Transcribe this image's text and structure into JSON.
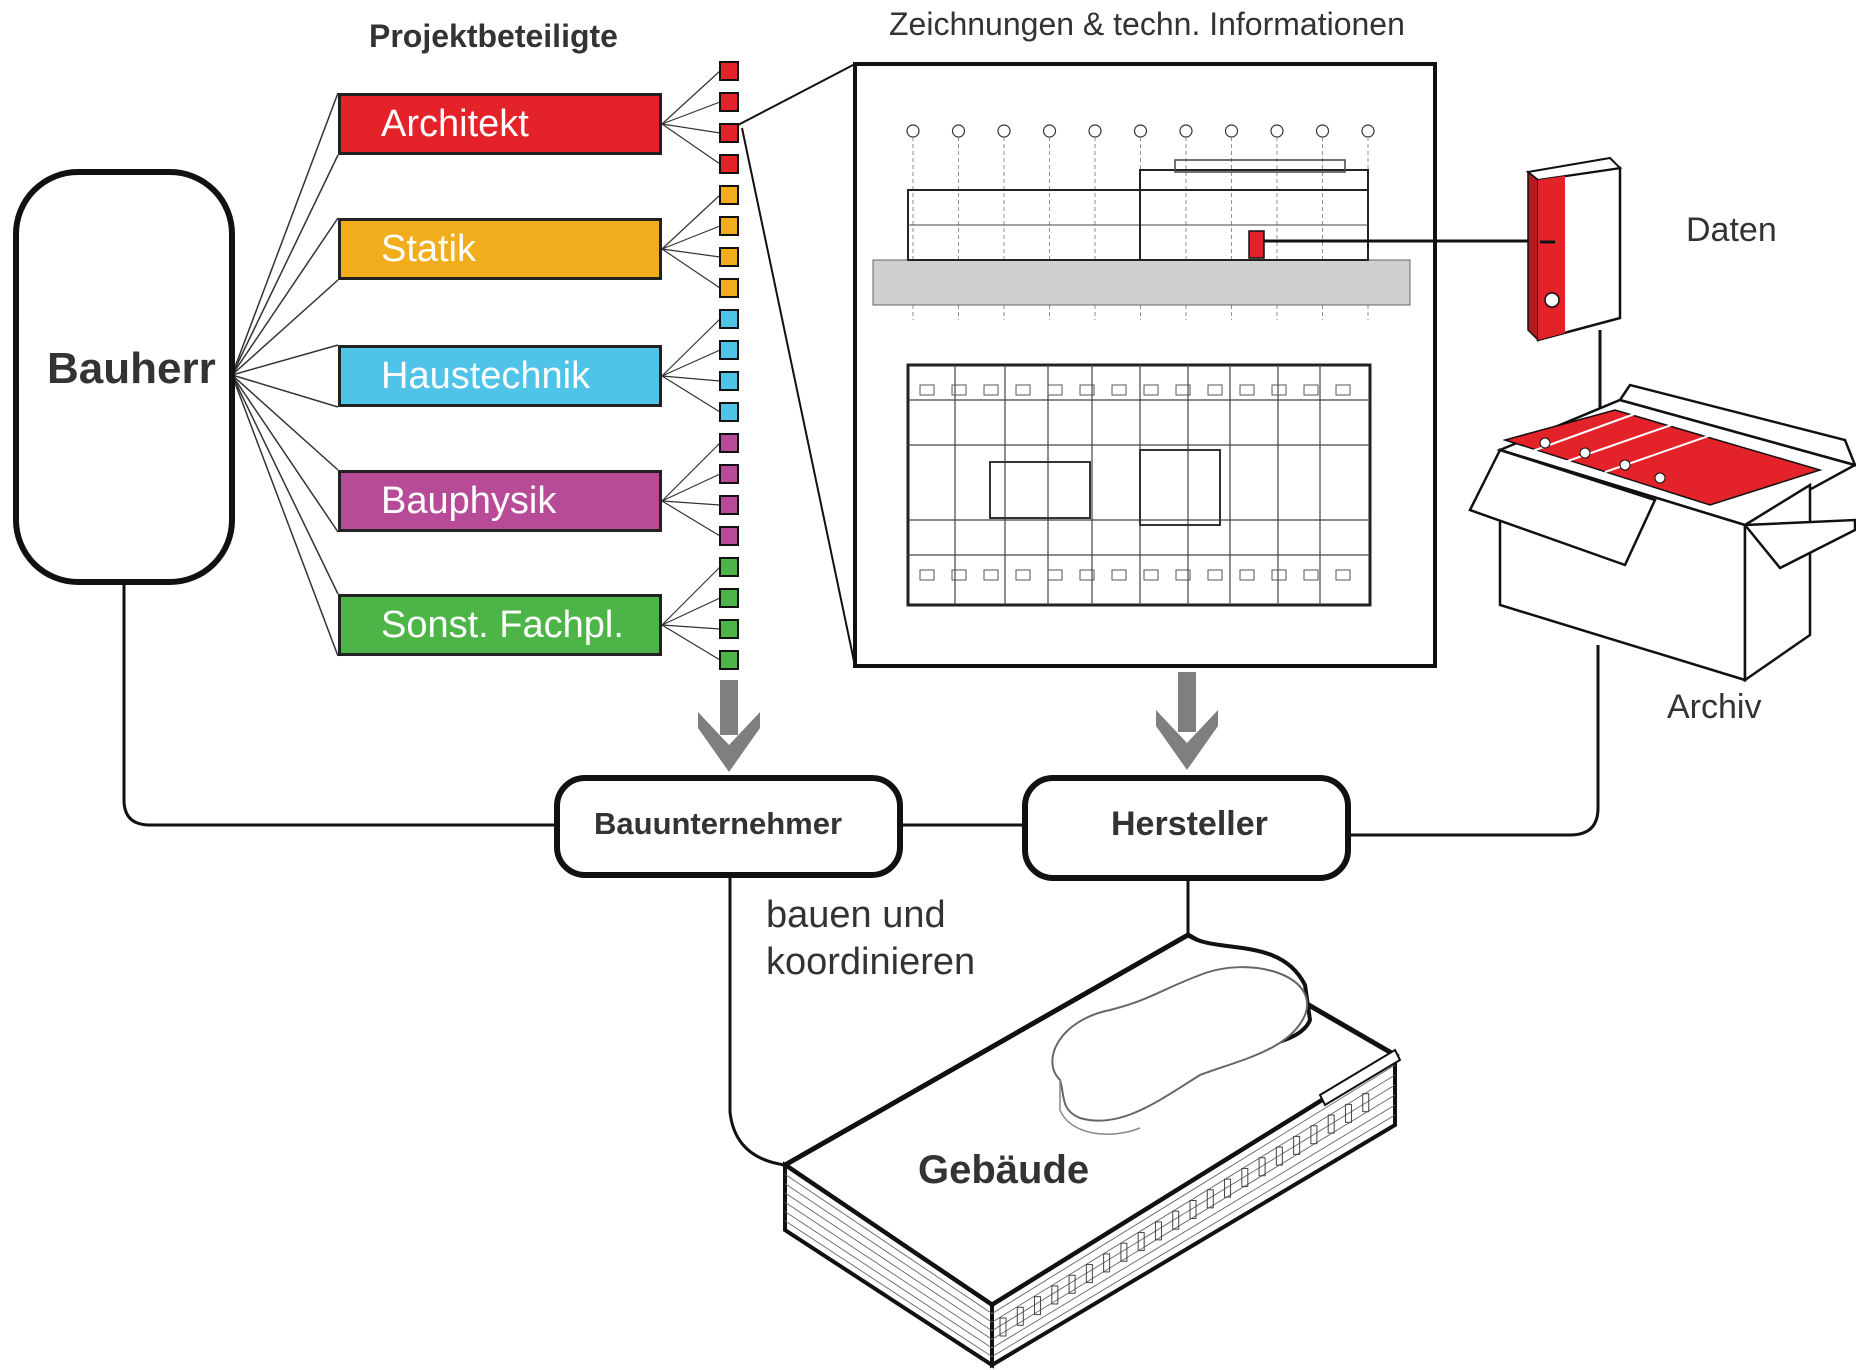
{
  "header": {
    "participants_title": "Projektbeteiligte",
    "drawings_title": "Zeichnungen & techn. Informationen"
  },
  "client": {
    "label": "Bauherr"
  },
  "participants": [
    {
      "label": "Architekt",
      "color": "#e42229"
    },
    {
      "label": "Statik",
      "color": "#f2ad1c"
    },
    {
      "label": "Haustechnik",
      "color": "#4fc3e8"
    },
    {
      "label": "Bauphysik",
      "color": "#b84b97"
    },
    {
      "label": "Sonst. Fachpl.",
      "color": "#4db447"
    }
  ],
  "data_binder": {
    "label": "Daten",
    "color": "#e42229"
  },
  "archive": {
    "label": "Archiv"
  },
  "contractor": {
    "label": "Bauunternehmer"
  },
  "manufacturer": {
    "label": "Hersteller"
  },
  "action": {
    "line1": "bauen und",
    "line2": "koordinieren"
  },
  "building": {
    "label": "Gebäude"
  },
  "colors": {
    "arrow": "#7f7f7f",
    "line": "#111111"
  }
}
